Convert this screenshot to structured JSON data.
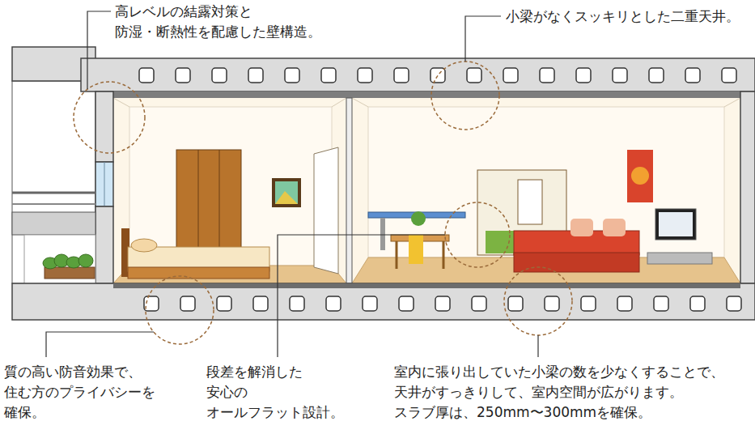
{
  "diagram": {
    "labels": [
      "高レベルの結露対策と 防湿・断熱性を配慮した壁構造。",
      "小梁がなくスッキリとした二重天井。",
      "質の高い防音効果で、 住む方のプライバシーを 確保。",
      "段差を解消した 安心の オールフラット設計。",
      "室内に張り出していた小梁の数を少なくすることで、 天井がすっきりして、室内空間が広がります。 スラブ厚は、250mm〜300mmを確保。"
    ]
  }
}
